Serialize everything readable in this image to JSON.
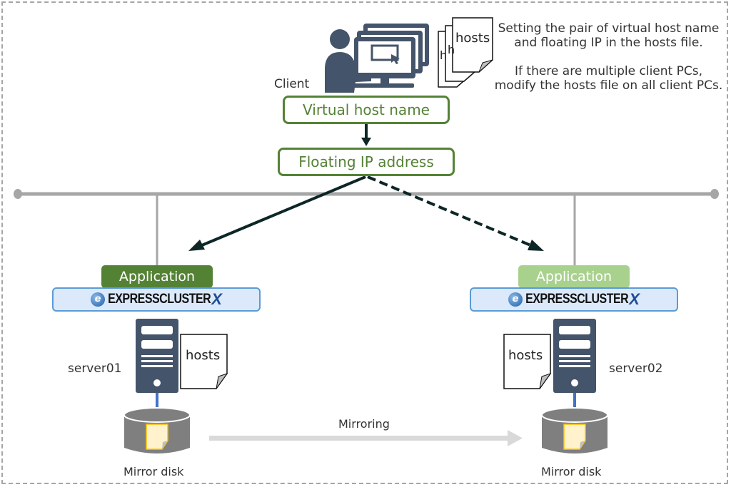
{
  "diagram": {
    "client": {
      "label": "Client",
      "hosts_label": "hosts",
      "hosts_stack_partial_1": "h",
      "hosts_stack_partial_2": "h"
    },
    "note": {
      "paragraph1": "Setting the pair of virtual host name and floating IP in the hosts file.",
      "paragraph2": "If there are multiple client PCs, modify the hosts file on all client PCs."
    },
    "virtual_host_box": "Virtual host name",
    "floating_ip_box": "Floating IP address",
    "servers": [
      {
        "name": "server01",
        "application_label": "Application",
        "application_state": "active",
        "cluster_product": "EXPRESSCLUSTER",
        "cluster_product_suffix": "X",
        "hosts_label": "hosts",
        "disk_label": "Mirror disk"
      },
      {
        "name": "server02",
        "application_label": "Application",
        "application_state": "standby",
        "cluster_product": "EXPRESSCLUSTER",
        "cluster_product_suffix": "X",
        "hosts_label": "hosts",
        "disk_label": "Mirror disk"
      }
    ],
    "mirroring_label": "Mirroring",
    "colors": {
      "green_active": "#548235",
      "green_standby": "#a9d18e",
      "icon_navy": "#44546a",
      "network_gray": "#a6a6a6",
      "disk_gray": "#7f7f7f",
      "ecx_fill": "#dbe9fb",
      "ecx_border": "#5b9bd5",
      "arrow_dark": "#0d2626",
      "mirror_arrow": "#d9d9d9",
      "doc_yellow": "#fff2cc"
    }
  }
}
